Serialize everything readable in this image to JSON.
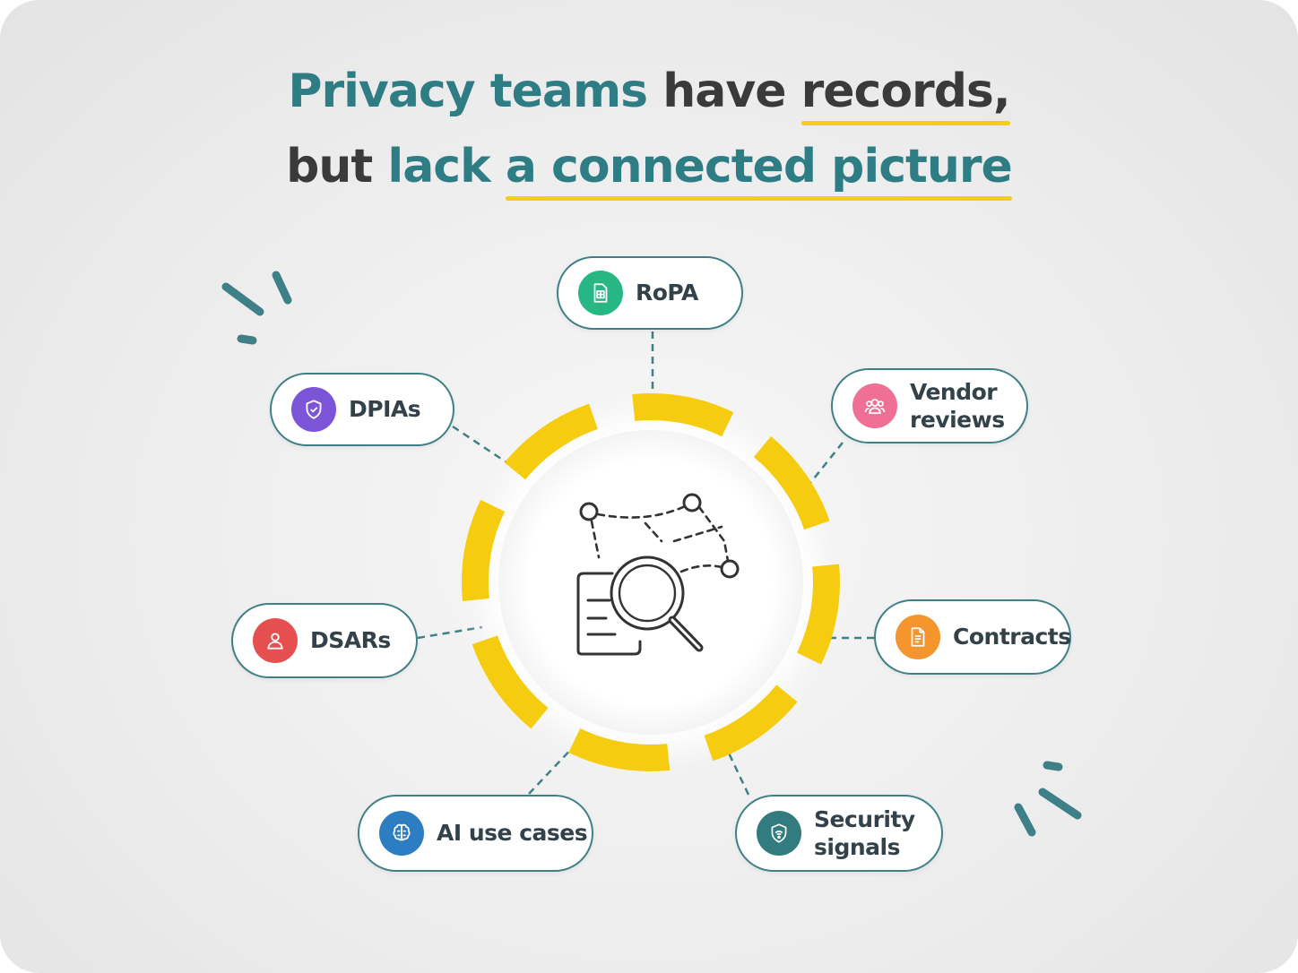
{
  "title": {
    "line1": {
      "part1": "Privacy teams",
      "part2": "have",
      "part3": "records,"
    },
    "line2": {
      "part1": "but",
      "part2": "lack",
      "part3": "a connected picture"
    }
  },
  "nodes": {
    "ropa": {
      "label": "RoPA",
      "icon": "document-spreadsheet-icon",
      "color": "#27b784"
    },
    "vendor": {
      "label_line1": "Vendor",
      "label_line2": "reviews",
      "icon": "people-group-icon",
      "color": "#ef6f95"
    },
    "contracts": {
      "label": "Contracts",
      "icon": "document-icon",
      "color": "#f4952d"
    },
    "security": {
      "label_line1": "Security",
      "label_line2": "signals",
      "icon": "shield-wifi-icon",
      "color": "#327c7f"
    },
    "ai": {
      "label": "AI use cases",
      "icon": "brain-chip-icon",
      "color": "#2d7dc3"
    },
    "dsars": {
      "label": "DSARs",
      "icon": "person-icon",
      "color": "#e64f4f"
    },
    "dpias": {
      "label": "DPIAs",
      "icon": "shield-check-icon",
      "color": "#7b54d8"
    }
  },
  "center": {
    "icon": "magnifier-connected-data-icon"
  },
  "colors": {
    "teal": "#2e7d85",
    "accent_yellow": "#f4cc1a",
    "dark_text": "#3a3a3a"
  }
}
